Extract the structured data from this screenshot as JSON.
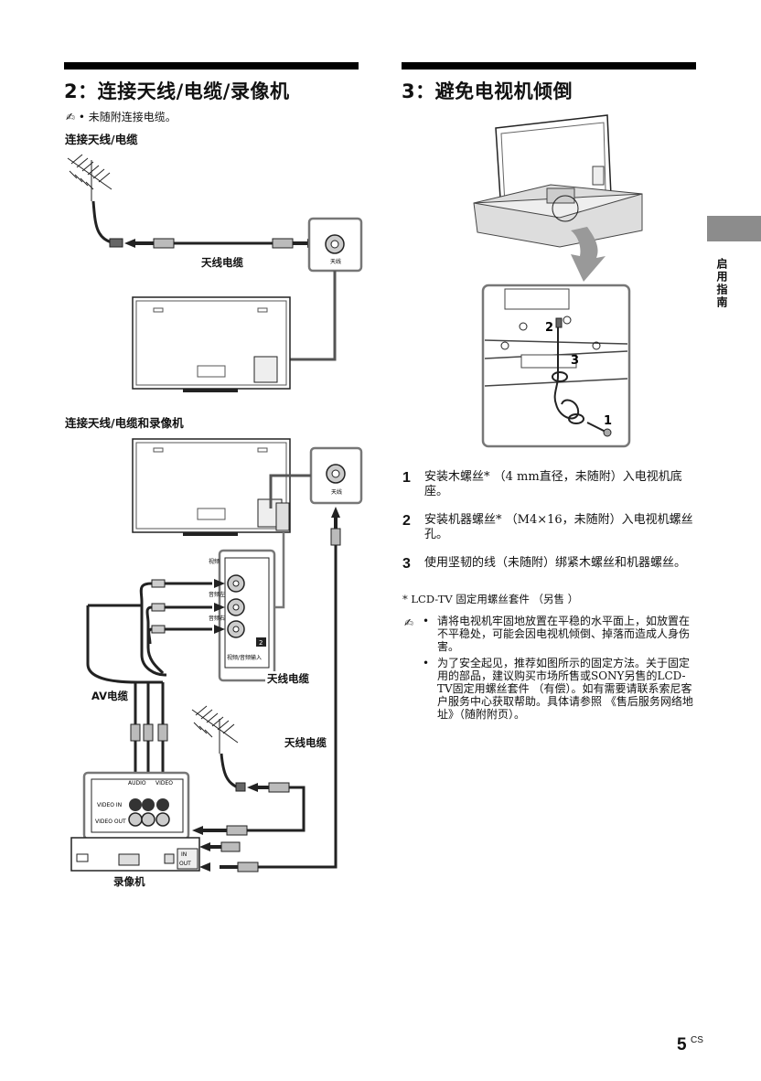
{
  "section2": {
    "title": "2：连接天线/电缆/录像机",
    "note": "•  未随附连接电缆。",
    "sub1": "连接天线/电缆",
    "sub2": "连接天线/电缆和录像机",
    "label_antenna_cable": "天线电缆",
    "label_av_cable": "AV电缆",
    "label_vcr": "录像机",
    "jack_antenna": "天线",
    "jack_video": "视频",
    "jack_audio_l": "音频左",
    "jack_audio_r": "音频右",
    "jack_input": "视频/音频输入",
    "vcr_video_in": "VIDEO IN",
    "vcr_video_out": "VIDEO OUT",
    "vcr_audio": "AUDIO",
    "vcr_video": "VIDEO",
    "vcr_in": "IN",
    "vcr_out": "OUT",
    "badge_2": "2"
  },
  "section3": {
    "title": "3：避免电视机倾倒",
    "callout_1": "1",
    "callout_2": "2",
    "callout_3": "3",
    "steps": [
      {
        "num": "1",
        "text": "安装木螺丝* （4 mm直径，未随附）入电视机底座。"
      },
      {
        "num": "2",
        "text": "安装机器螺丝* （M4×16，未随附）入电视机螺丝孔。"
      },
      {
        "num": "3",
        "text": "使用坚韧的线（未随附）绑紧木螺丝和机器螺丝。"
      }
    ],
    "footnote": "* LCD-TV 固定用螺丝套件 （另售 ）",
    "bullets": [
      "请将电视机牢固地放置在平稳的水平面上，如放置在不平稳处，可能会因电视机倾倒、掉落而造成人身伤害。",
      "为了安全起见，推荐如图所示的固定方法。关于固定用的部品，建议购买市场所售或SONY另售的LCD-TV固定用螺丝套件 （有偿）。如有需要请联系索尼客户服务中心获取帮助。具体请参照 《售后服务网络地址》（随附附页）。"
    ]
  },
  "side_tab": "启用指南",
  "page": {
    "number": "5",
    "suffix": "CS"
  }
}
